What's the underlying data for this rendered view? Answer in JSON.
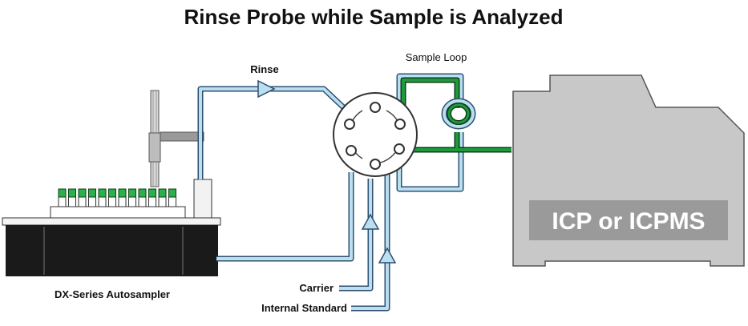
{
  "title": "Rinse Probe while Sample is Analyzed",
  "labels": {
    "rinse": "Rinse",
    "sample_loop": "Sample Loop",
    "instrument": "ICP or ICPMS",
    "carrier": "Carrier",
    "internal_standard": "Internal Standard",
    "autosampler": "DX-Series Autosampler"
  },
  "colors": {
    "tube_fill": "#b9dff0",
    "tube_outline": "#2f4f6f",
    "sample_line": "#1e9a3c",
    "instrument_body": "#c8c8c8",
    "instrument_label_bg": "#9a9a9a",
    "vial_caps": "#2bb04a",
    "autosampler_dark": "#1a1a1a"
  },
  "vial_count": 12
}
